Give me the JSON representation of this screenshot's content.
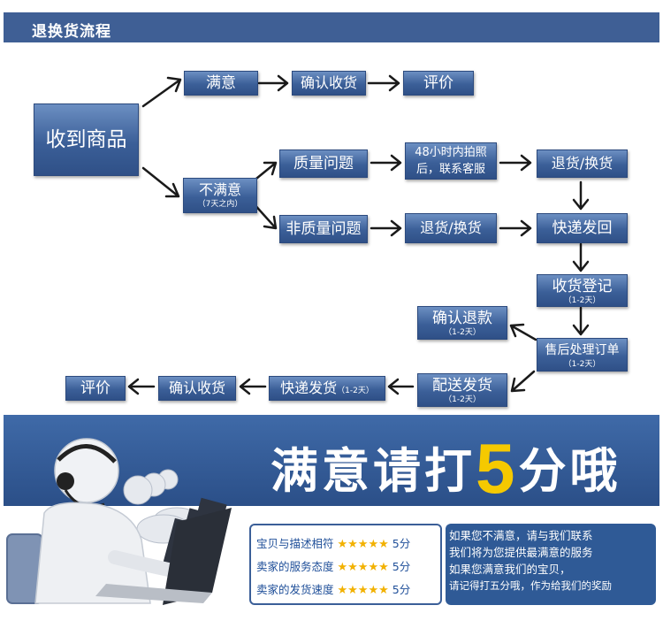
{
  "header": {
    "title": "退换货流程"
  },
  "flow": {
    "received": "收到商品",
    "satisfied": "满意",
    "confirm_receipt_top": "确认收货",
    "review_top": "评价",
    "unsatisfied": "不满意",
    "unsatisfied_note": "（7天之内）",
    "quality_issue": "质量问题",
    "contact_service_1": "48小时内拍照",
    "contact_service_2": "后，联系客服",
    "return_exchange_right": "退货/换货",
    "non_quality_issue": "非质量问题",
    "return_exchange_mid": "退货/换货",
    "express_return": "快递发回",
    "receipt_register": "收货登记",
    "receipt_register_note": "（1-2天）",
    "after_sales_order": "售后处理订单",
    "after_sales_order_note": "（1-2天）",
    "confirm_refund": "确认退款",
    "confirm_refund_note": "（1-2天）",
    "redeliver": "配送发货",
    "redeliver_note": "（1-2天）",
    "express_ship": "快递发货",
    "express_ship_note": "（1-2天）",
    "confirm_receipt_bottom": "确认收货",
    "review_bottom": "评价"
  },
  "banner": {
    "text": "满意请打",
    "number": "5",
    "suffix": "分哦"
  },
  "ratings": [
    {
      "label": "宝贝与描述相符",
      "stars": "★★★★★",
      "score": "5分"
    },
    {
      "label": "卖家的服务态度",
      "stars": "★★★★★",
      "score": "5分"
    },
    {
      "label": "卖家的发货速度",
      "stars": "★★★★★",
      "score": "5分"
    }
  ],
  "message": {
    "line1": "如果您不满意，请与我们联系",
    "line2": "我们将为您提供最满意的服务",
    "line3": "如果您满意我们的宝贝，",
    "line4": "请记得打五分哦，作为给我们的奖励"
  },
  "colors": {
    "primary": "#3b5f98",
    "accent": "#f5c900",
    "star": "#f2b100"
  }
}
